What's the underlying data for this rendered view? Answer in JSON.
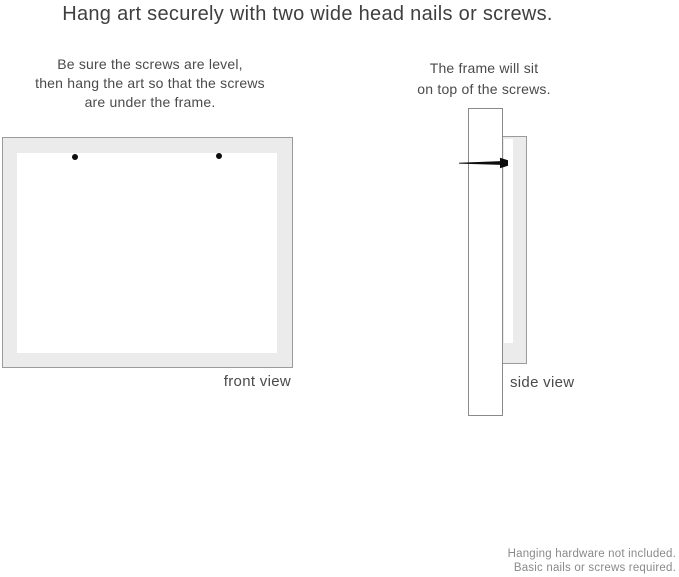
{
  "title": "Hang art securely with two wide head nails or screws.",
  "instructions": {
    "front": {
      "lines": [
        "Be sure the screws are level,",
        "then hang the art so that the screws",
        "are under the frame."
      ]
    },
    "side": {
      "lines": [
        "The frame will sit",
        "on top of the screws."
      ]
    }
  },
  "labels": {
    "front_view": "front view",
    "side_view": "side view"
  },
  "footer": {
    "lines": [
      "Hanging hardware not included.",
      "Basic nails or screws required."
    ]
  },
  "diagram": {
    "front_view": {
      "nail_count": 2,
      "icons": [
        "nail-head-dot",
        "nail-head-dot"
      ]
    },
    "side_view": {
      "icons": [
        "nail-side-icon"
      ]
    }
  },
  "colors": {
    "frame_fill": "#ebebeb",
    "frame_border": "#9b9b9b",
    "wall_border": "#8a8a8a",
    "nail": "#0d0d0d",
    "title_text": "#3f3f3f",
    "body_text": "#4a4a4a",
    "footer_text": "#8a8a8a"
  }
}
